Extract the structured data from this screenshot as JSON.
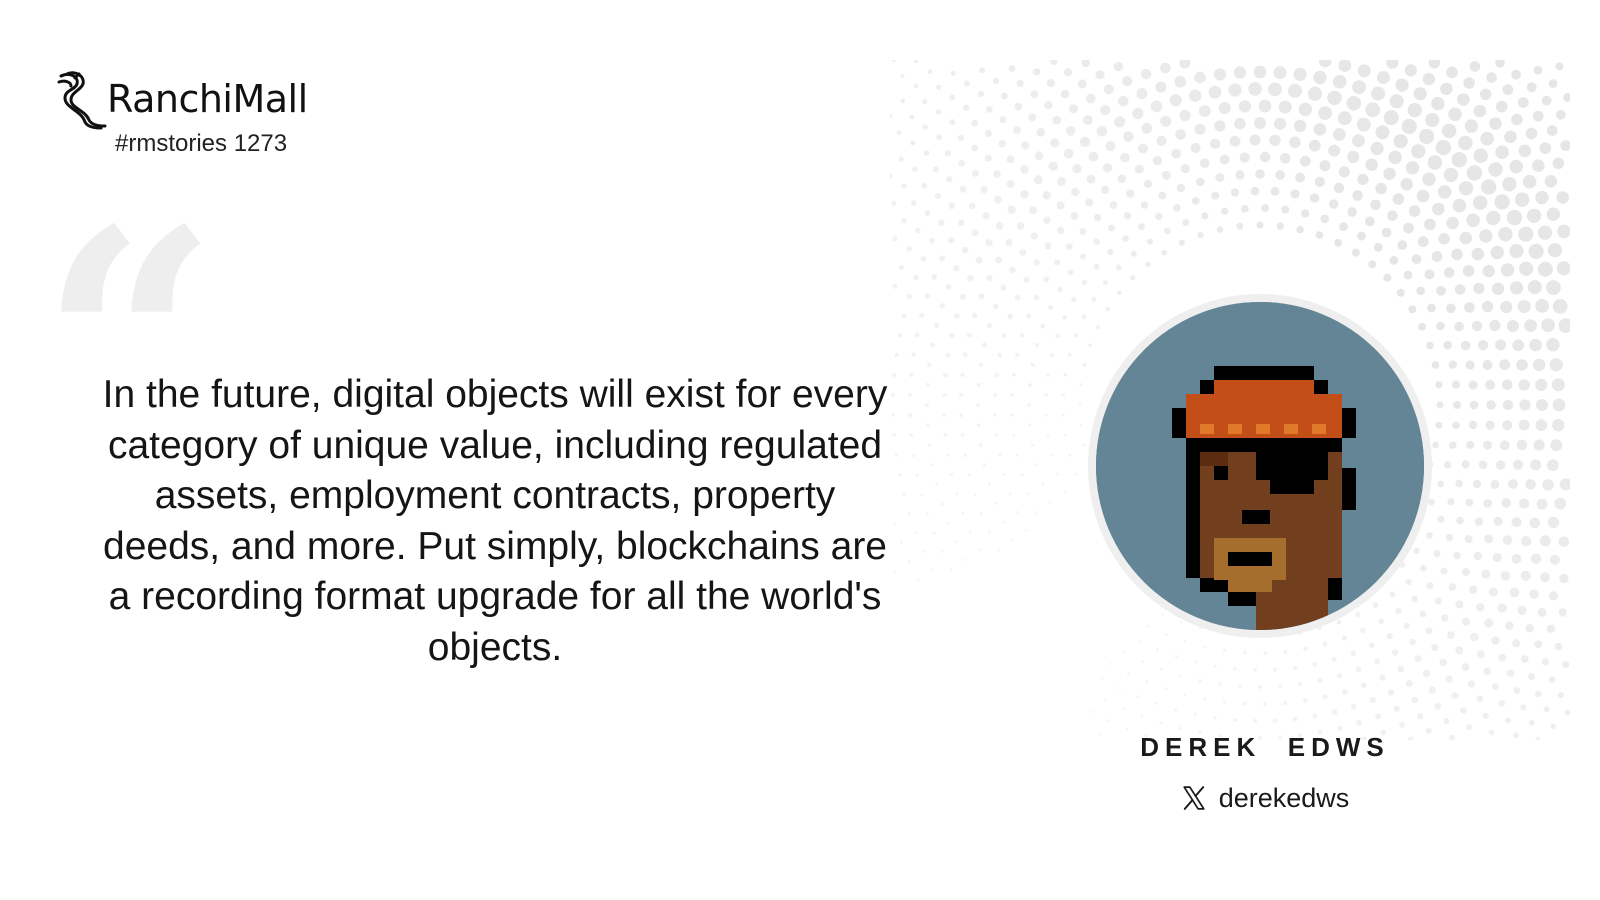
{
  "brand": {
    "name": "RanchiMall",
    "story_tag": "#rmstories 1273",
    "logo_icon": "horse-head-logo-icon"
  },
  "quote": {
    "mark_icon": "quotation-marks-icon",
    "text": "In the future, digital objects will exist for every category of unique value, including regulated assets, employment contracts, property deeds, and more. Put simply, blockchains are a recording format upgrade for all the world's objects."
  },
  "author": {
    "name": "DEREK  EDWS",
    "handle": "derekedws",
    "social_icon": "x-logo-icon",
    "avatar_icon": "pixel-art-punk-avatar-icon"
  },
  "colors": {
    "background": "#ffffff",
    "text": "#1a1a1a",
    "quote_mark": "#eeeeee",
    "avatar_background": "#648596",
    "dots": "#e6e6e6"
  }
}
